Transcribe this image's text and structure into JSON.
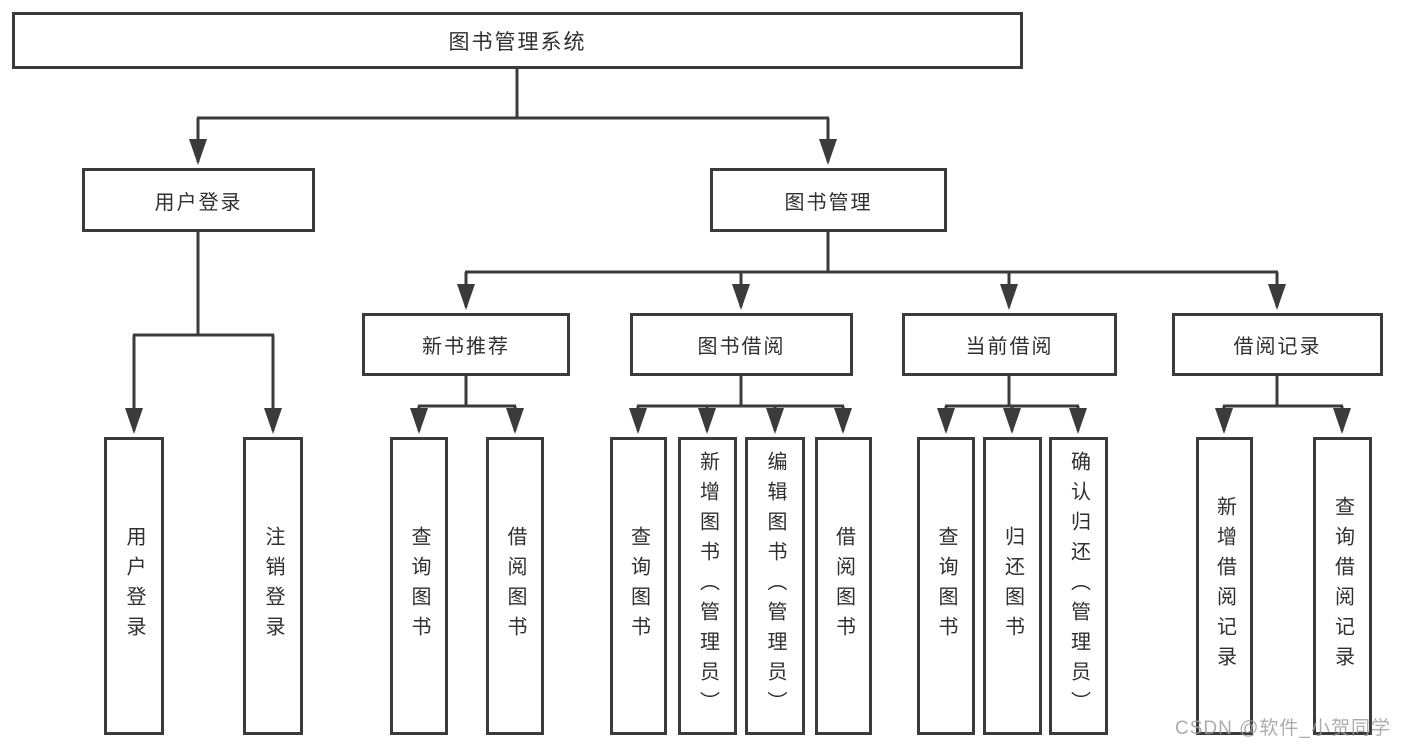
{
  "colors": {
    "line": "#3b3b3b",
    "box_border": "#3b3b3b",
    "text": "#2f2f2f",
    "watermark": "#9e9e9e",
    "background": "#ffffff"
  },
  "watermark": "CSDN @软件_小贺同学",
  "tree": {
    "root": {
      "label": "图书管理系统"
    },
    "level2": [
      {
        "label": "用户登录",
        "children": [
          {
            "label": "用户登录"
          },
          {
            "label": "注销登录"
          }
        ]
      },
      {
        "label": "图书管理",
        "children": [
          {
            "label": "新书推荐",
            "children": [
              {
                "label": "查询图书"
              },
              {
                "label": "借阅图书"
              }
            ]
          },
          {
            "label": "图书借阅",
            "children": [
              {
                "label": "查询图书"
              },
              {
                "label": "新增图书（管理员）"
              },
              {
                "label": "编辑图书（管理员）"
              },
              {
                "label": "借阅图书"
              }
            ]
          },
          {
            "label": "当前借阅",
            "children": [
              {
                "label": "查询图书"
              },
              {
                "label": "归还图书"
              },
              {
                "label": "确认归还（管理员）"
              }
            ]
          },
          {
            "label": "借阅记录",
            "children": [
              {
                "label": "新增借阅记录"
              },
              {
                "label": "查询借阅记录"
              }
            ]
          }
        ]
      }
    ]
  }
}
